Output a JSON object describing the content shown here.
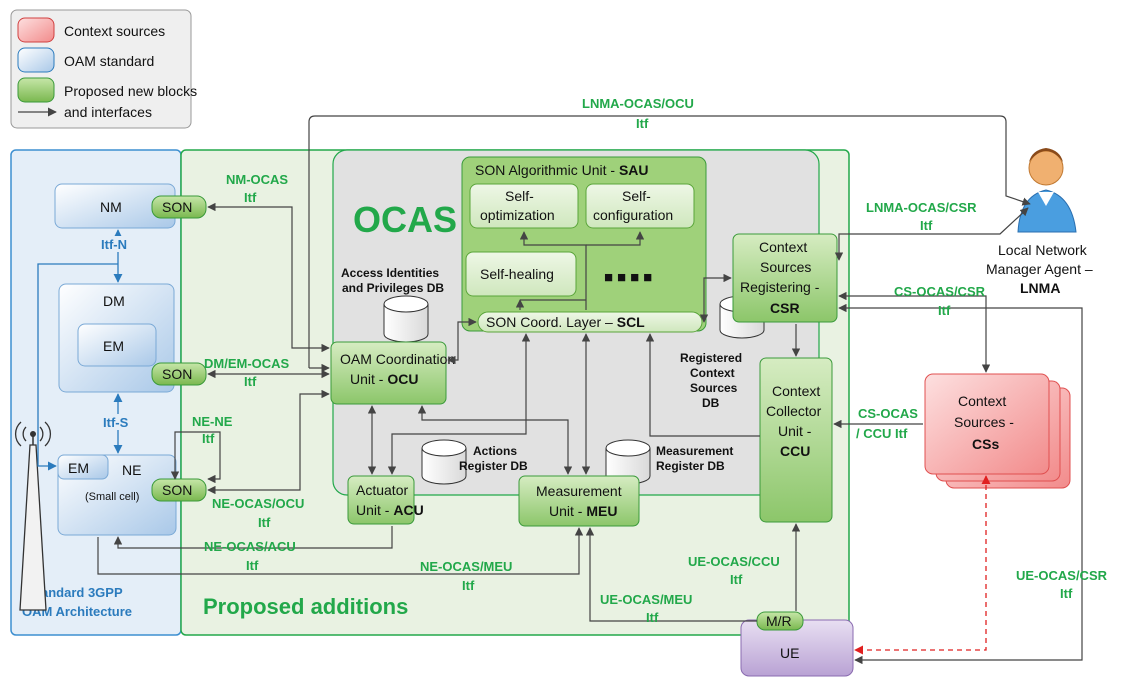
{
  "legend": {
    "context_sources": "Context sources",
    "oam_standard": "OAM standard",
    "proposed_line1": "Proposed new blocks",
    "proposed_line2": "and interfaces"
  },
  "regions": {
    "standard_3gpp_line1": "Standard 3GPP",
    "standard_3gpp_line2": "OAM Architecture",
    "proposed_additions": "Proposed additions",
    "ocas": "OCAS"
  },
  "blocks": {
    "nm": "NM",
    "dm": "DM",
    "em": "EM",
    "ne_em": "EM",
    "ne": "NE",
    "ne_sub": "(Small cell)",
    "son": "SON",
    "sau_title": "SON Algorithmic Unit - ",
    "sau_bold": "SAU",
    "self_opt_1": "Self-",
    "self_opt_2": "optimization",
    "self_conf_1": "Self-",
    "self_conf_2": "configuration",
    "self_heal": "Self-healing",
    "dots": "■■■■",
    "scl": "SON Coord. Layer – ",
    "scl_bold": "SCL",
    "ocu_1": "OAM Coordination",
    "ocu_2": "Unit - ",
    "ocu_bold": "OCU",
    "acu_1": "Actuator",
    "acu_2": "Unit - ",
    "acu_bold": "ACU",
    "meu_1": "Measurement",
    "meu_2": "Unit - ",
    "meu_bold": "MEU",
    "csr_1": "Context",
    "csr_2": "Sources",
    "csr_3": "Registering -",
    "csr_bold": "CSR",
    "ccu_1": "Context",
    "ccu_2": "Collector",
    "ccu_3": "Unit -",
    "ccu_bold": "CCU",
    "css_1": "Context",
    "css_2": "Sources -",
    "css_bold": "CSs",
    "ue": "UE",
    "mr": "M/R"
  },
  "databases": {
    "access_1": "Access Identities",
    "access_2": "and Privileges DB",
    "actions_1": "Actions",
    "actions_2": "Register DB",
    "meas_1": "Measurement",
    "meas_2": "Register DB",
    "reg_1": "Registered",
    "reg_2": "Context",
    "reg_3": "Sources",
    "reg_4": "DB"
  },
  "lnma": {
    "line1": "Local Network",
    "line2": "Manager Agent –",
    "line3": "LNMA"
  },
  "interfaces": {
    "lnma_ocu_1": "LNMA-OCAS/OCU",
    "lnma_ocu_2": "Itf",
    "nm_ocas_1": "NM-OCAS",
    "nm_ocas_2": "Itf",
    "itf_n": "Itf-N",
    "itf_s": "Itf-S",
    "dm_em_1": "DM/EM-OCAS",
    "dm_em_2": "Itf",
    "ne_ne_1": "NE-NE",
    "ne_ne_2": "Itf",
    "ne_ocu_1": "NE-OCAS/OCU",
    "ne_ocu_2": "Itf",
    "ne_acu_1": "NE-OCAS/ACU",
    "ne_acu_2": "Itf",
    "ne_meu_1": "NE-OCAS/MEU",
    "ne_meu_2": "Itf",
    "ue_meu_1": "UE-OCAS/MEU",
    "ue_meu_2": "Itf",
    "ue_ccu_1": "UE-OCAS/CCU",
    "ue_ccu_2": "Itf",
    "lnma_csr_1": "LNMA-OCAS/CSR",
    "lnma_csr_2": "Itf",
    "cs_csr_1": "CS-OCAS/CSR",
    "cs_csr_2": "Itf",
    "cs_ccu_1": "CS-OCAS",
    "cs_ccu_2": "/ CCU Itf",
    "ue_csr_1": "UE-OCAS/CSR",
    "ue_csr_2": "Itf"
  },
  "colors": {
    "proposed_green": "#22a84a",
    "standard_blue": "#2b7bbd",
    "context_red": "#f28b8b"
  }
}
